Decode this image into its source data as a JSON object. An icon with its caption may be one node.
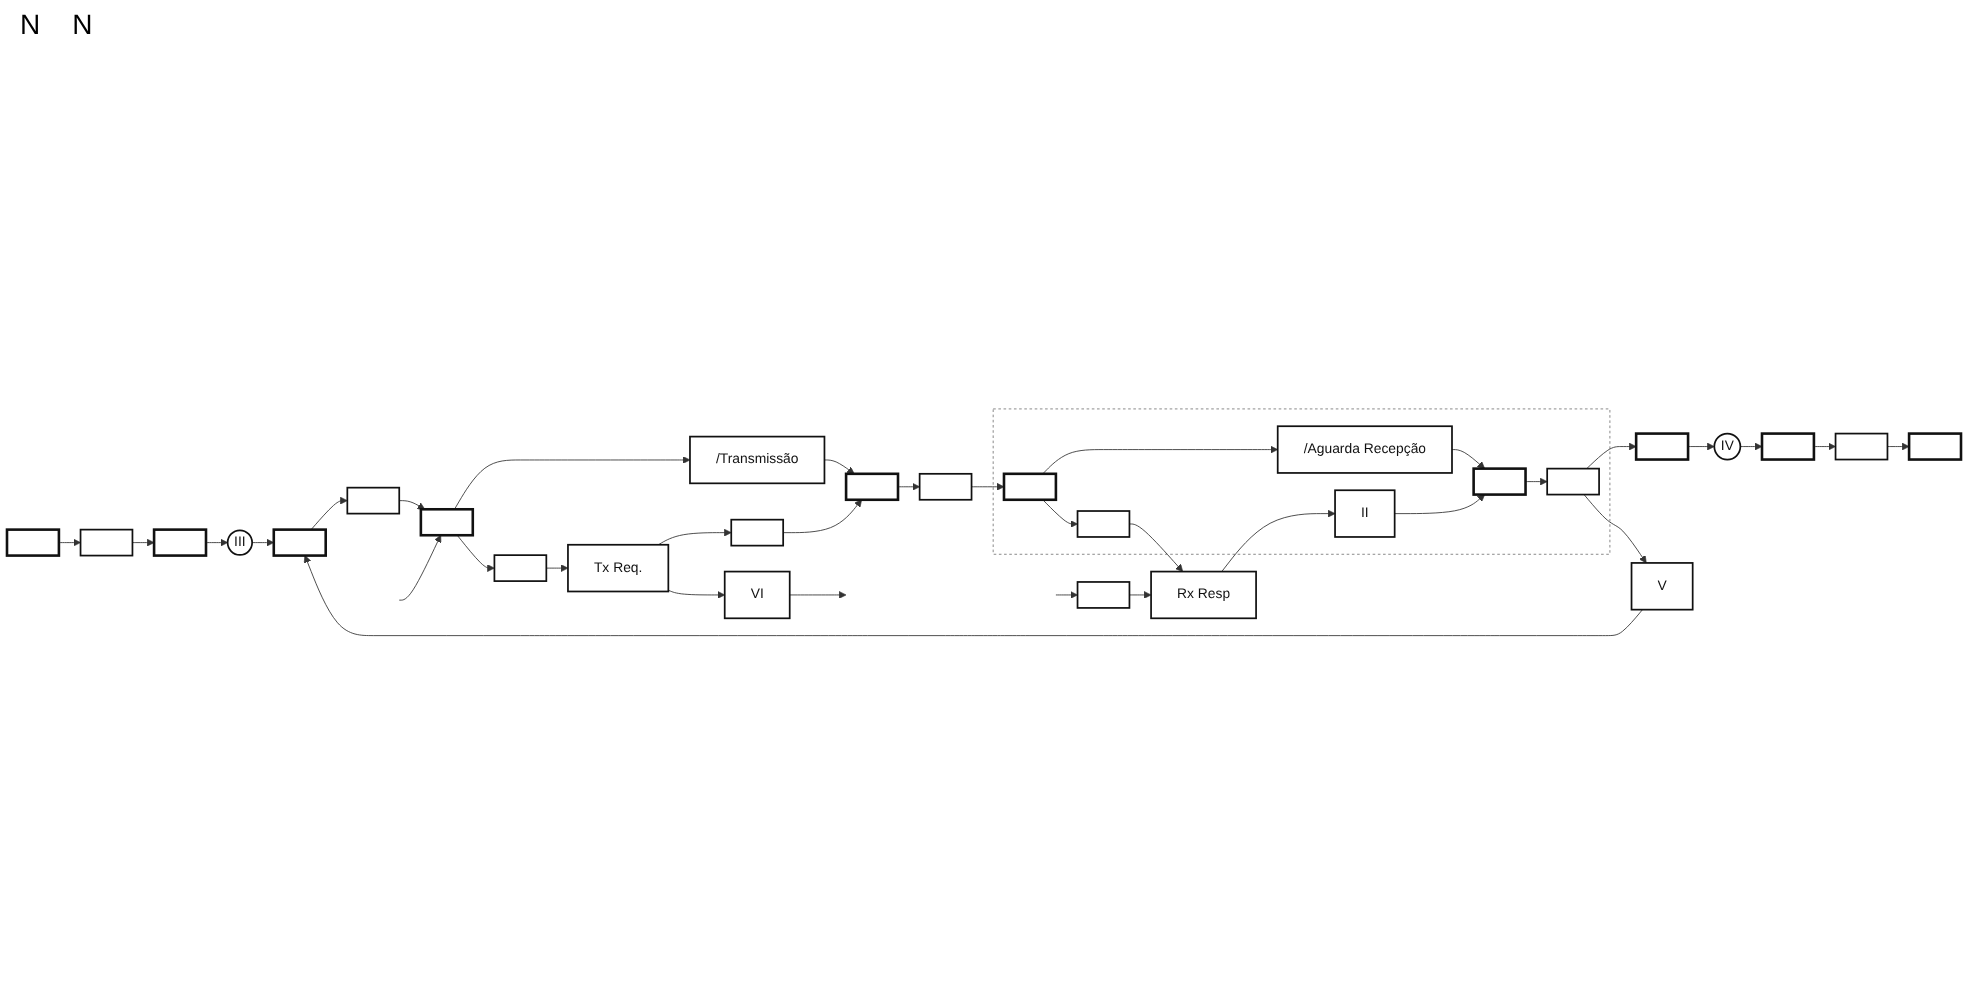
{
  "diagram": {
    "nodes": [
      {
        "text": [],
        "shape": "bar"
      },
      {
        "text": [],
        "shape": "box"
      },
      {
        "text": [],
        "shape": "bar"
      },
      {
        "text": [
          "III"
        ]
      },
      {
        "text": [],
        "shape": "bar"
      },
      {
        "text": [],
        "shape": "box"
      },
      {
        "text": [],
        "shape": "bar"
      },
      {
        "text": [
          "/Transmissão"
        ]
      },
      {
        "text": [],
        "shape": "bar"
      },
      {
        "text": [],
        "shape": "box"
      },
      {
        "text": [],
        "shape": "box"
      },
      {
        "text": [],
        "shape": "bar",
        "in": 10
      },
      {
        "text": [
          "/Aguarda Recepção"
        ],
        "in": 10
      },
      {
        "text": [],
        "shape": "bar",
        "in": 10
      },
      {
        "text": [],
        "shape": "box",
        "in": 10
      },
      {
        "text": [],
        "shape": "bar"
      },
      {
        "text": [
          "IV"
        ]
      },
      {
        "text": [],
        "shape": "bar"
      },
      {
        "text": [],
        "shape": "box"
      },
      {
        "text": [],
        "shape": "bar"
      },
      {
        "text": [
          "V"
        ]
      },
      {
        "text": [],
        "shape": "box"
      },
      {
        "text": [],
        "shape": "box"
      },
      {
        "text": [
          "Tx Req."
        ]
      },
      {
        "text": [
          "VI"
        ]
      },
      {
        "text": [],
        "shape": "box",
        "in": 10
      },
      {
        "text": [
          "II"
        ],
        "in": 10
      },
      {
        "text": [
          "Rx Resp"
        ]
      },
      {
        "text": [],
        "shape": "box"
      }
    ],
    "edges": [
      {
        "from": 0,
        "to": 1,
        "arrow": "to"
      },
      {
        "from": 1,
        "to": 2,
        "arrow": "to"
      },
      {
        "from": 2,
        "to": 3,
        "arrow": "to"
      },
      {
        "from": 3,
        "to": 4,
        "arrow": "to"
      },
      {
        "from": 20,
        "to": 4,
        "arrow": "to"
      },
      {
        "from": 4,
        "to": 5,
        "arrow": "to"
      },
      {
        "from": 5,
        "to": 6,
        "arrow": "to"
      },
      {
        "from": null,
        "to": 6,
        "arrow": "to"
      },
      {
        "from": 6,
        "to": 7,
        "arrow": "to"
      },
      {
        "from": 6,
        "to": 21,
        "arrow": "to"
      },
      {
        "from": 7,
        "to": 8,
        "arrow": "to"
      },
      {
        "from": 22,
        "to": 8,
        "arrow": "to"
      },
      {
        "from": 8,
        "to": 9,
        "arrow": "to"
      },
      {
        "from": 9,
        "to": 11,
        "arrow": "to"
      },
      {
        "from": 11,
        "to": 12,
        "arrow": "to"
      },
      {
        "from": 11,
        "to": 25,
        "arrow": "to"
      },
      {
        "from": 12,
        "to": 13,
        "arrow": "to"
      },
      {
        "from": 26,
        "to": 13,
        "arrow": "to"
      },
      {
        "from": 13,
        "to": 14,
        "arrow": "to"
      },
      {
        "from": 14,
        "to": 20,
        "arrow": "to"
      },
      {
        "from": 14,
        "to": 15,
        "arrow": "to"
      },
      {
        "from": 15,
        "to": 16,
        "arrow": "to"
      },
      {
        "from": 16,
        "to": 17,
        "arrow": "to"
      },
      {
        "from": 17,
        "to": 18,
        "arrow": "to"
      },
      {
        "from": 18,
        "to": 19,
        "arrow": "to"
      },
      {
        "from": 21,
        "to": 23,
        "arrow": "to"
      },
      {
        "from": 23,
        "to": 22,
        "arrow": "to"
      },
      {
        "from": 23,
        "to": 24,
        "arrow": "to"
      },
      {
        "from": 24,
        "to": null,
        "arrow": "to"
      },
      {
        "from": 25,
        "to": 27,
        "arrow": "to"
      },
      {
        "from": 27,
        "to": 26,
        "arrow": "to"
      },
      {
        "from": 28,
        "to": 27,
        "arrow": "to"
      },
      {
        "from": null,
        "to": 28,
        "arrow": "to"
      }
    ],
    "labels": [
      "N",
      "N"
    ]
  }
}
